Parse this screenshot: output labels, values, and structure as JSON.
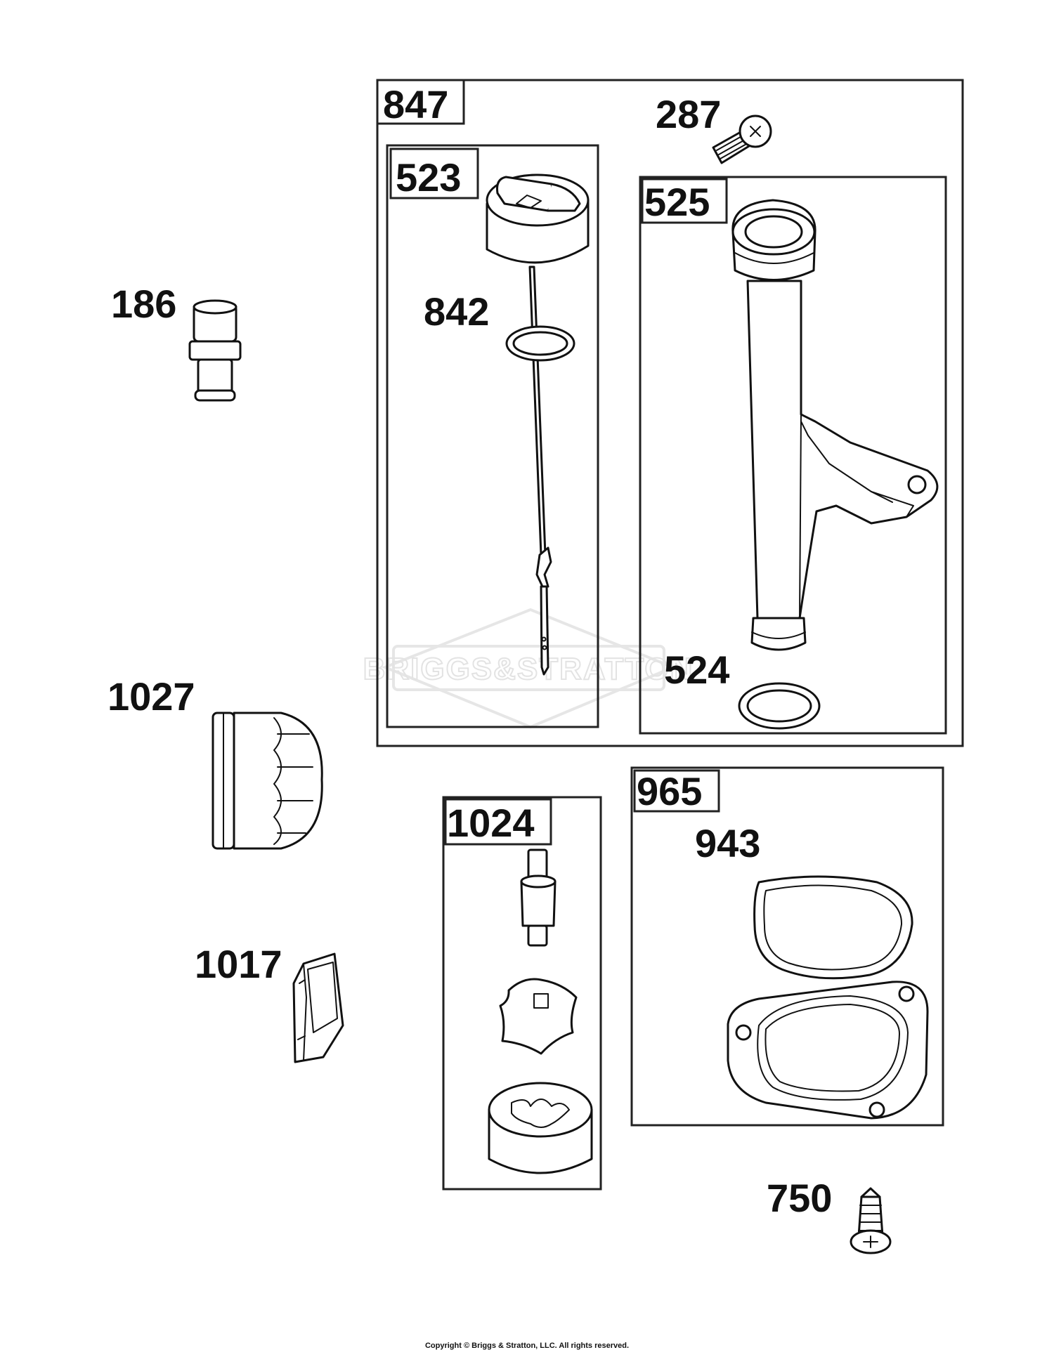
{
  "watermark": {
    "brand": "BRIGGS&STRATTON"
  },
  "groups": {
    "g847": "847",
    "g523": "523",
    "g525": "525",
    "g965": "965",
    "g1024": "1024"
  },
  "parts": {
    "p287": "287",
    "p186": "186",
    "p842": "842",
    "p524": "524",
    "p1027": "1027",
    "p1017": "1017",
    "p943": "943",
    "p750": "750"
  },
  "footer": {
    "copyright": "Copyright © Briggs & Stratton, LLC. All rights reserved."
  }
}
